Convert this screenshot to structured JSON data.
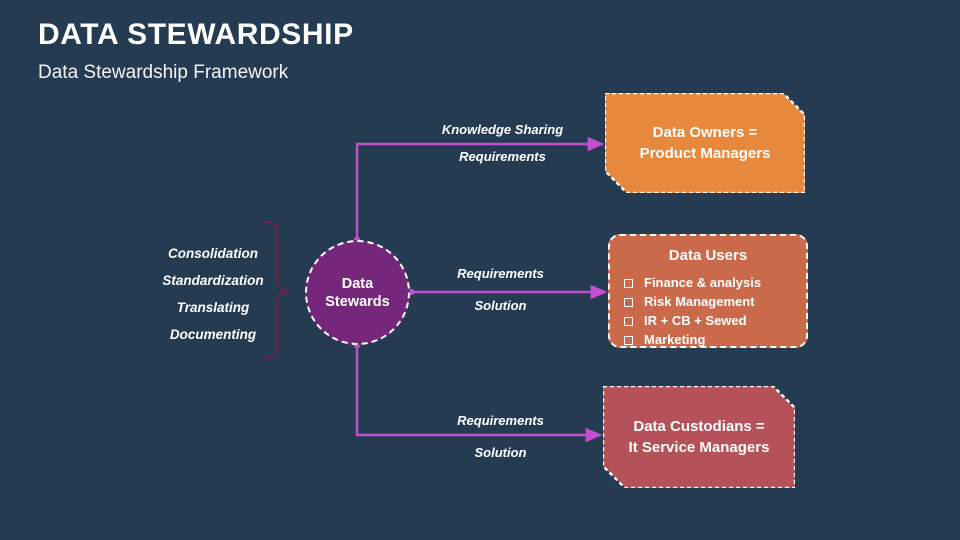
{
  "header": {
    "title": "DATA STEWARDSHIP",
    "subtitle": "Data Stewardship Framework"
  },
  "hub": {
    "label_line1": "Data",
    "label_line2": "Stewards",
    "color": "#75277C"
  },
  "left_labels": [
    "Consolidation",
    "Standardization",
    "Translating",
    "Documenting"
  ],
  "edges": [
    {
      "id": "top",
      "above": "Knowledge Sharing",
      "below": "Requirements"
    },
    {
      "id": "middle",
      "above": "Requirements",
      "below": "Solution"
    },
    {
      "id": "bottom",
      "above": "Requirements",
      "below": "Solution"
    }
  ],
  "nodes": {
    "data_owners": {
      "line1": "Data Owners =",
      "line2": "Product Managers",
      "color": "#E8883C"
    },
    "data_users": {
      "heading": "Data Users",
      "items": [
        "Finance & analysis",
        "Risk Management",
        "IR + CB + Sewed",
        "Marketing"
      ],
      "color": "#CB6A4A"
    },
    "data_custodians": {
      "line1": "Data Custodians =",
      "line2": "It Service Managers",
      "color": "#B55159"
    }
  },
  "theme": {
    "background": "#253B52",
    "connector": "#C34FD0",
    "brace": "#6B2447",
    "text": "#FFFFFF"
  }
}
